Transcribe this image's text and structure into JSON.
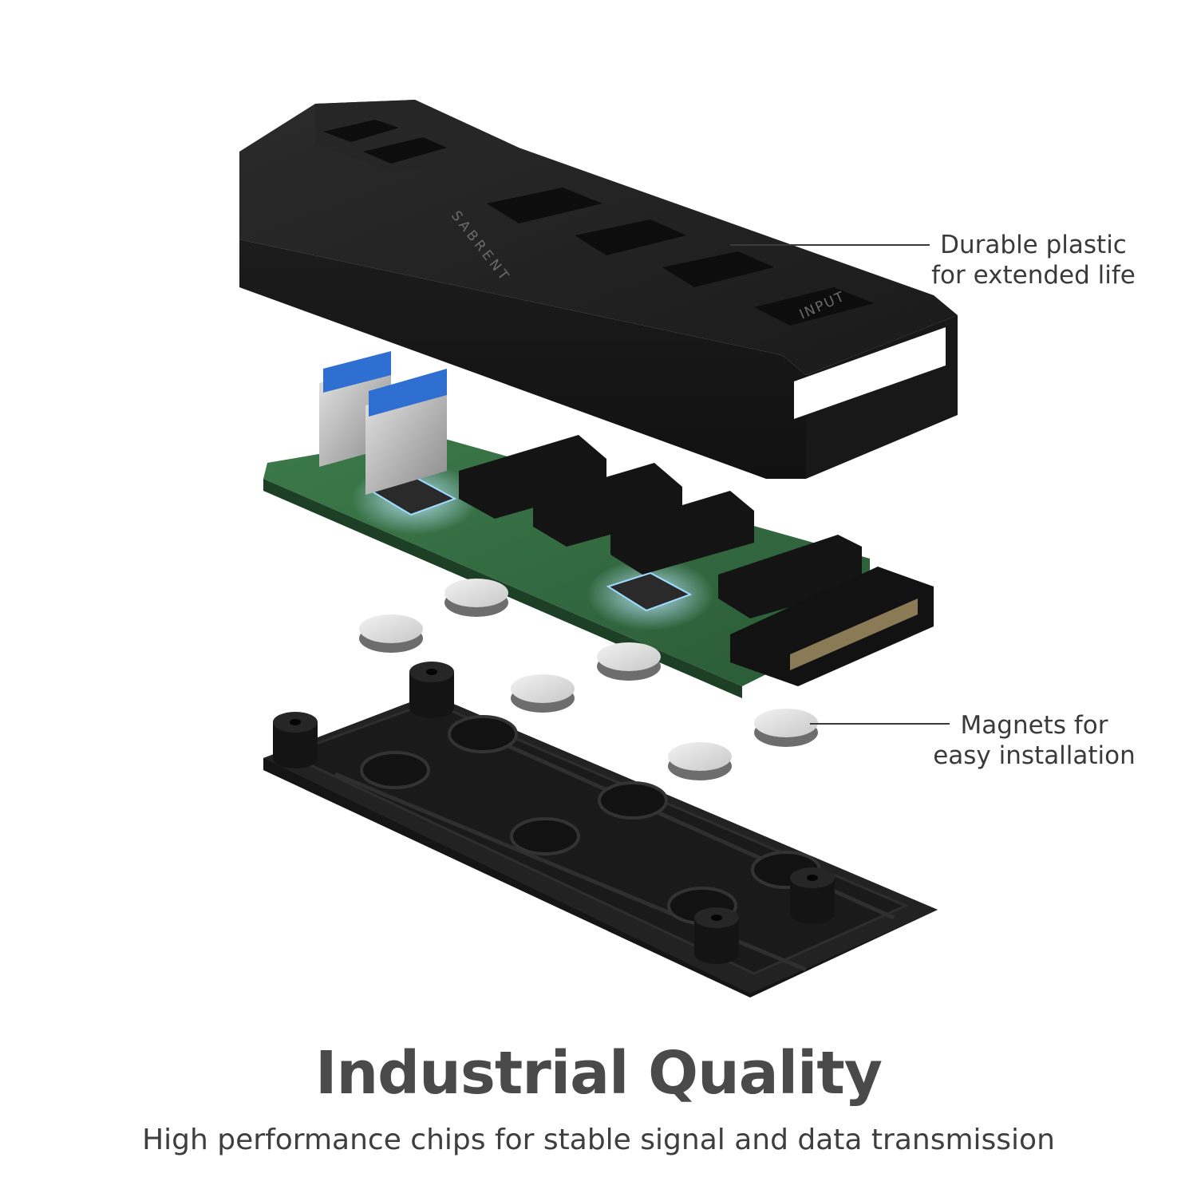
{
  "housing": {
    "brand_mark": "SABRENT",
    "port_label": "INPUT"
  },
  "callouts": {
    "plastic": {
      "line1": "Durable plastic",
      "line2": "for extended life"
    },
    "magnets": {
      "line1": "Magnets for",
      "line2": "easy installation"
    }
  },
  "headline": "Industrial Quality",
  "subheadline": "High performance chips for stable signal and data transmission",
  "colors": {
    "housing": "#1f1f1f",
    "pcb": "#2f6a3e",
    "usb_blue": "#2f6fd1",
    "magnet": "#d9d9d9",
    "chip_glow": "#8fd4ff",
    "text": "#3f3f3f"
  }
}
